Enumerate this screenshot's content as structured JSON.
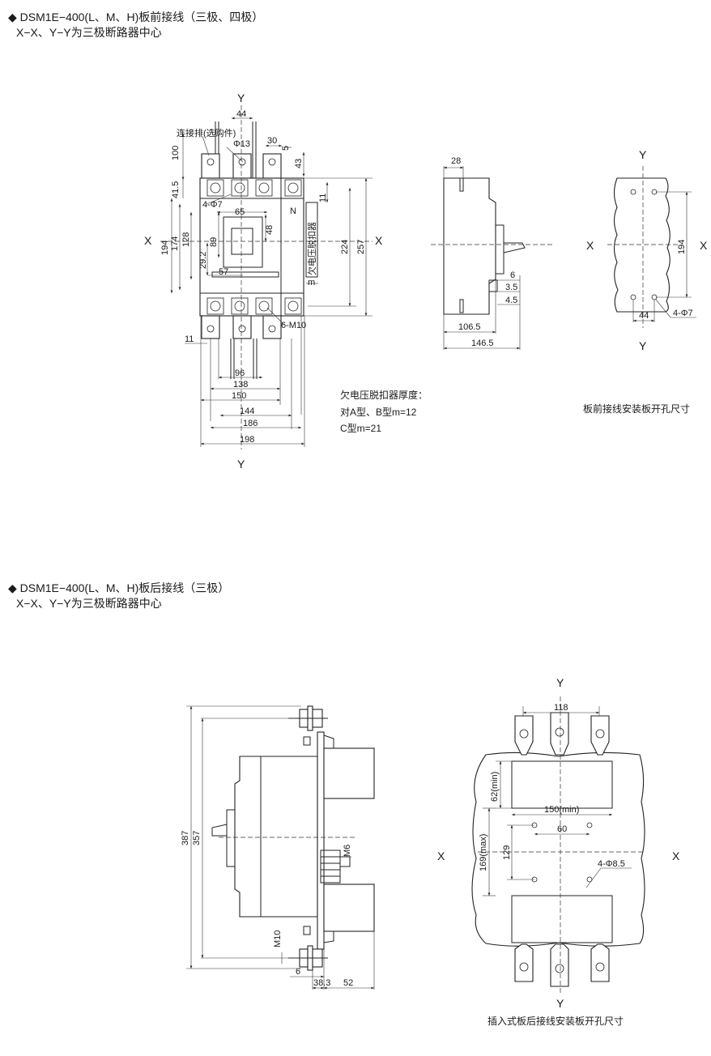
{
  "section1": {
    "heading_line1": "◆ DSM1E−400(L、M、H)板前接线（三极、四极）",
    "heading_line2": "X−X、Y−Y为三极断路器中心",
    "front": {
      "axis_x": "X",
      "axis_y": "Y",
      "busbar_label": "连接排(选购件)",
      "neutral_label": "N",
      "undervoltage_label": "欠电压脱扣器",
      "m_label": "m",
      "hole_label_top": "4-Φ7",
      "phi13": "Φ13",
      "bolt_label": "6-M10",
      "dims": {
        "d44": "44",
        "d30": "30",
        "d5": "5",
        "d43": "43",
        "d100": "100",
        "d41_5": "41.5",
        "d194": "194",
        "d174": "174",
        "d128": "128",
        "d65": "65",
        "d48": "48",
        "d89": "89",
        "d29_2": "29.2",
        "d57": "57",
        "d11a": "11",
        "d224": "224",
        "d257": "257",
        "d11b": "11",
        "d96": "96",
        "d138": "138",
        "d150": "150",
        "d144": "144",
        "d186": "186",
        "d198": "198"
      }
    },
    "side": {
      "d28": "28",
      "d6": "6",
      "d3_5": "3.5",
      "d4_5": "4.5",
      "d106_5": "106.5",
      "d146_5": "146.5"
    },
    "cutout": {
      "axis_x": "X",
      "axis_y": "Y",
      "d194": "194",
      "d44": "44",
      "holes": "4-Φ7",
      "caption": "板前接线安装板开孔尺寸"
    },
    "note_lines": [
      "欠电压脱扣器厚度：",
      "对A型、B型m=12",
      "C型m=21"
    ]
  },
  "section2": {
    "heading_line1": "◆ DSM1E−400(L、M、H)板后接线（三极）",
    "heading_line2": "X−X、Y−Y为三极断路器中心",
    "side": {
      "d387": "387",
      "d357": "357",
      "m6": "M6",
      "m10": "M10",
      "d6": "6",
      "d38_3": "38.3",
      "d52": "52"
    },
    "cutout": {
      "axis_x": "X",
      "axis_y": "Y",
      "d118": "118",
      "d62": "62(min)",
      "d150": "150(min)",
      "d60": "60",
      "d169": "169(max)",
      "d129": "129",
      "holes": "4-Φ8.5",
      "caption": "插入式板后接线安装板开孔尺寸"
    }
  }
}
